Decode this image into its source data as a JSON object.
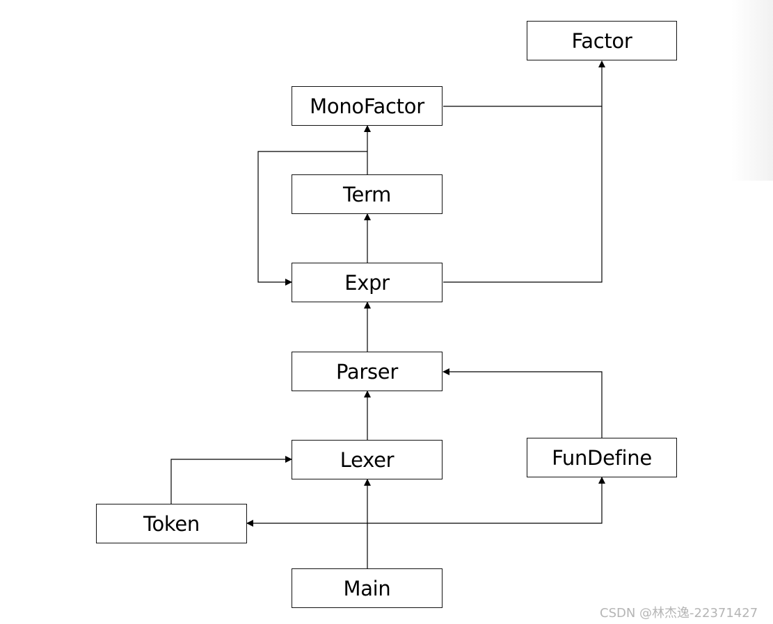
{
  "diagram": {
    "nodes": {
      "factor": "Factor",
      "monofactor": "MonoFactor",
      "term": "Term",
      "expr": "Expr",
      "parser": "Parser",
      "lexer": "Lexer",
      "fundefine": "FunDefine",
      "token": "Token",
      "main": "Main"
    },
    "edges": [
      {
        "from": "MonoFactor",
        "to": "Factor"
      },
      {
        "from": "Expr",
        "to": "Factor"
      },
      {
        "from": "Term",
        "to": "MonoFactor"
      },
      {
        "from": "Term",
        "to": "Expr"
      },
      {
        "from": "Expr",
        "to": "Term"
      },
      {
        "from": "Parser",
        "to": "Expr"
      },
      {
        "from": "Lexer",
        "to": "Parser"
      },
      {
        "from": "FunDefine",
        "to": "Parser"
      },
      {
        "from": "Token",
        "to": "Lexer"
      },
      {
        "from": "Main",
        "to": "Lexer"
      },
      {
        "from": "Main",
        "to": "Token"
      },
      {
        "from": "Main",
        "to": "FunDefine"
      }
    ],
    "colors": {
      "line": "#000000",
      "border": "#111111",
      "watermark": "#b5b5b5"
    }
  },
  "watermark": "CSDN @林杰逸-22371427"
}
